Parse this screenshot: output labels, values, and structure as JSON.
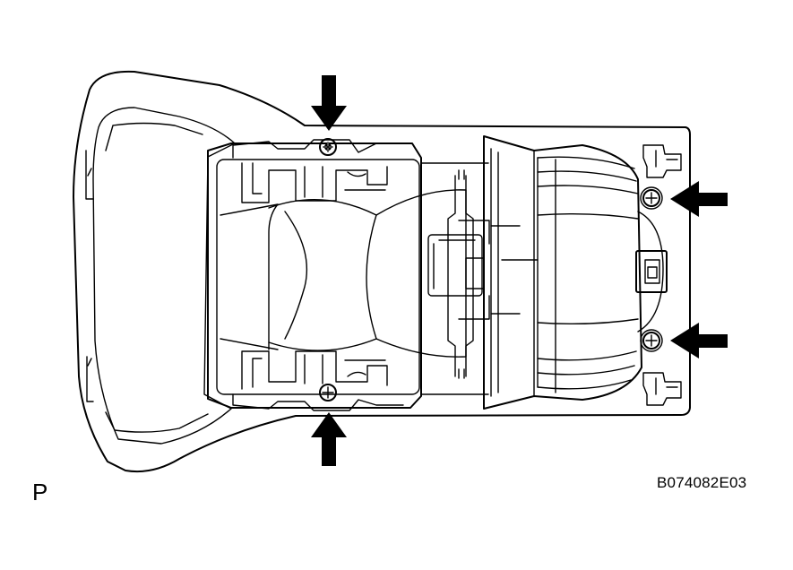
{
  "figure": {
    "view_label": "P",
    "code": "B074082E03"
  },
  "callouts": [
    {
      "name": "arrow-top-screw",
      "icon": "arrow-down-icon"
    },
    {
      "name": "arrow-bottom-screw",
      "icon": "arrow-up-icon"
    },
    {
      "name": "arrow-right-upper-screw",
      "icon": "arrow-left-icon"
    },
    {
      "name": "arrow-right-lower-screw",
      "icon": "arrow-left-icon"
    }
  ],
  "colors": {
    "line": "#000000",
    "background": "#ffffff"
  }
}
